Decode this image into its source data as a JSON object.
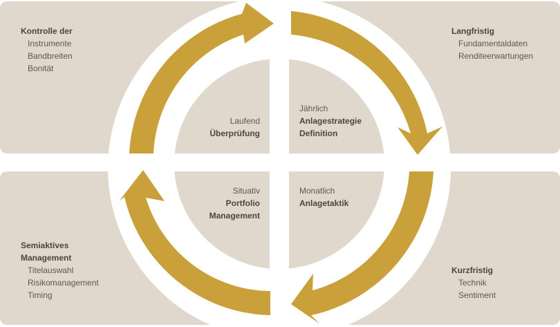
{
  "corners": {
    "top_left": {
      "title": "Kontrolle der",
      "items": [
        "Instrumente",
        "Bandbreiten",
        "Bonität"
      ]
    },
    "top_right": {
      "title": "Langfristig",
      "items": [
        "Fundamentaldaten",
        "Renditeerwartungen"
      ]
    },
    "bottom_left": {
      "title_line1": "Semiaktives",
      "title_line2": "Management",
      "items": [
        "Titelauswahl",
        "Risikomanagement",
        "Timing"
      ]
    },
    "bottom_right": {
      "title": "Kurzfristig",
      "items": [
        "Technik",
        "Sentiment"
      ]
    }
  },
  "inner": {
    "top_left": {
      "label": "Laufend",
      "title": "Überprüfung"
    },
    "top_right": {
      "label": "Jährlich",
      "title_line1": "Anlagestrategie",
      "title_line2": "Definition"
    },
    "bottom_left": {
      "label": "Situativ",
      "title_line1": "Portfolio",
      "title_line2": "Management"
    },
    "bottom_right": {
      "label": "Monatlich",
      "title": "Anlagetaktik"
    }
  },
  "colors": {
    "panel": "#e0d8cc",
    "arrow": "#c9a03a",
    "text": "#5b5750"
  },
  "icons": [
    "cycle-arrow-top-right",
    "cycle-arrow-bottom-right",
    "cycle-arrow-bottom-left",
    "cycle-arrow-top-left"
  ]
}
